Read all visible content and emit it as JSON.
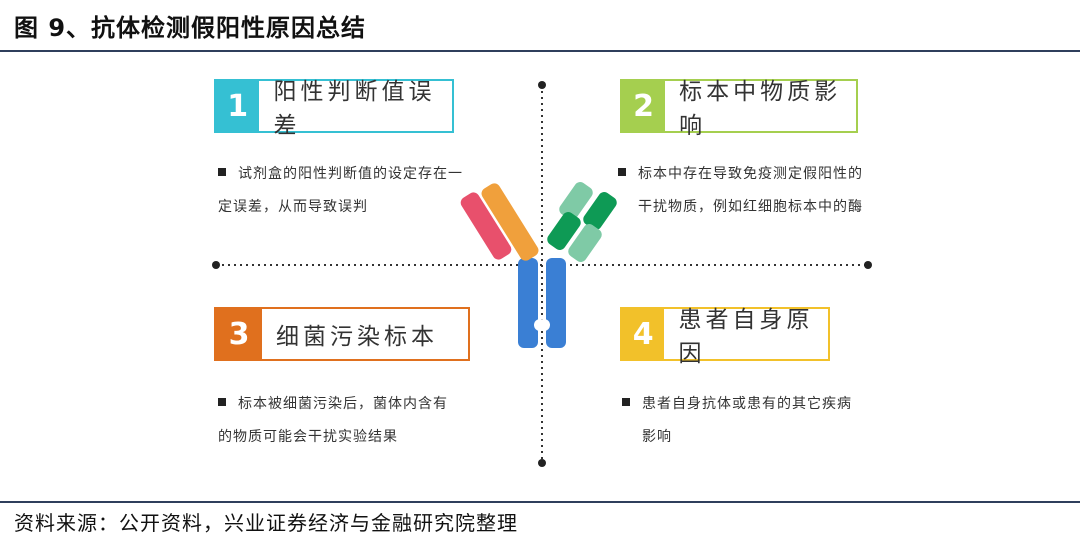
{
  "title": "图 9、抗体检测假阳性原因总结",
  "source": "资料来源：公开资料，兴业证券经济与金融研究院整理",
  "colors": {
    "cyan": "#35c0d3",
    "green": "#a5cf4f",
    "orange": "#e0701e",
    "yellow": "#f2c12a",
    "rule": "#2f3f5c"
  },
  "quadrants": [
    {
      "number": "1",
      "label": "阳性判断值误差",
      "color": "#35c0d3",
      "desc_lines": [
        "试剂盒的阳性判断值的设定存在一",
        "定误差，从而导致误判"
      ]
    },
    {
      "number": "2",
      "label": "标本中物质影响",
      "color": "#a5cf4f",
      "desc_lines": [
        "标本中存在导致免疫测定假阳性的",
        "干扰物质，例如红细胞标本中的酶"
      ]
    },
    {
      "number": "3",
      "label": "细菌污染标本",
      "color": "#e0701e",
      "desc_lines": [
        "标本被细菌污染后，菌体内含有",
        "的物质可能会干扰实验结果"
      ]
    },
    {
      "number": "4",
      "label": "患者自身原因",
      "color": "#f2c12a",
      "desc_lines": [
        "患者自身抗体或患有的其它疾病",
        "影响"
      ]
    }
  ]
}
